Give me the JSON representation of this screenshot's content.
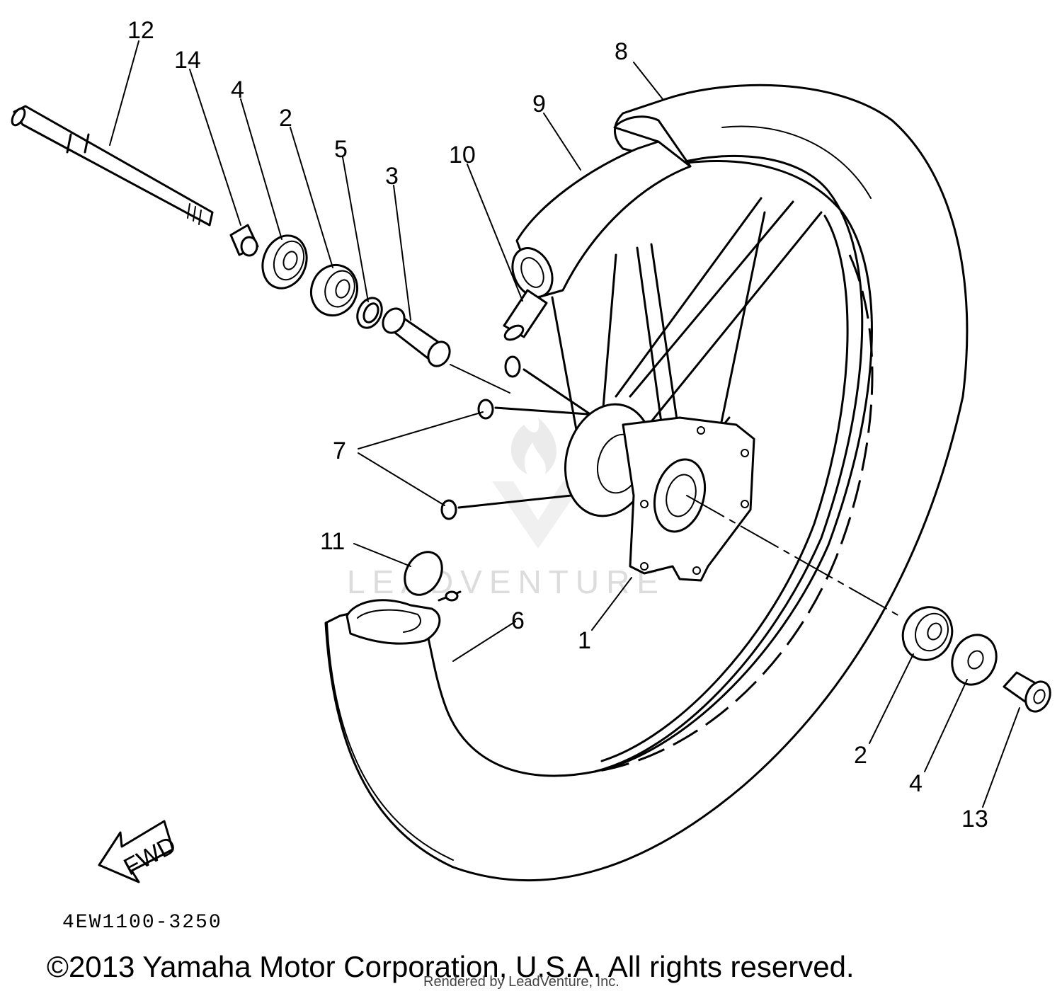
{
  "diagram": {
    "callouts": [
      "12",
      "14",
      "4",
      "2",
      "5",
      "3",
      "10",
      "9",
      "8",
      "7",
      "11",
      "6",
      "1",
      "2",
      "4",
      "13"
    ],
    "direction_arrow": "FWD",
    "diagram_code": "4EW1100-3250",
    "watermark": "LEADVENTURE"
  },
  "footer": {
    "copyright": "©2013 Yamaha Motor Corporation, U.S.A. All rights reserved.",
    "rendered_by": "Rendered by LeadVenture, Inc."
  }
}
